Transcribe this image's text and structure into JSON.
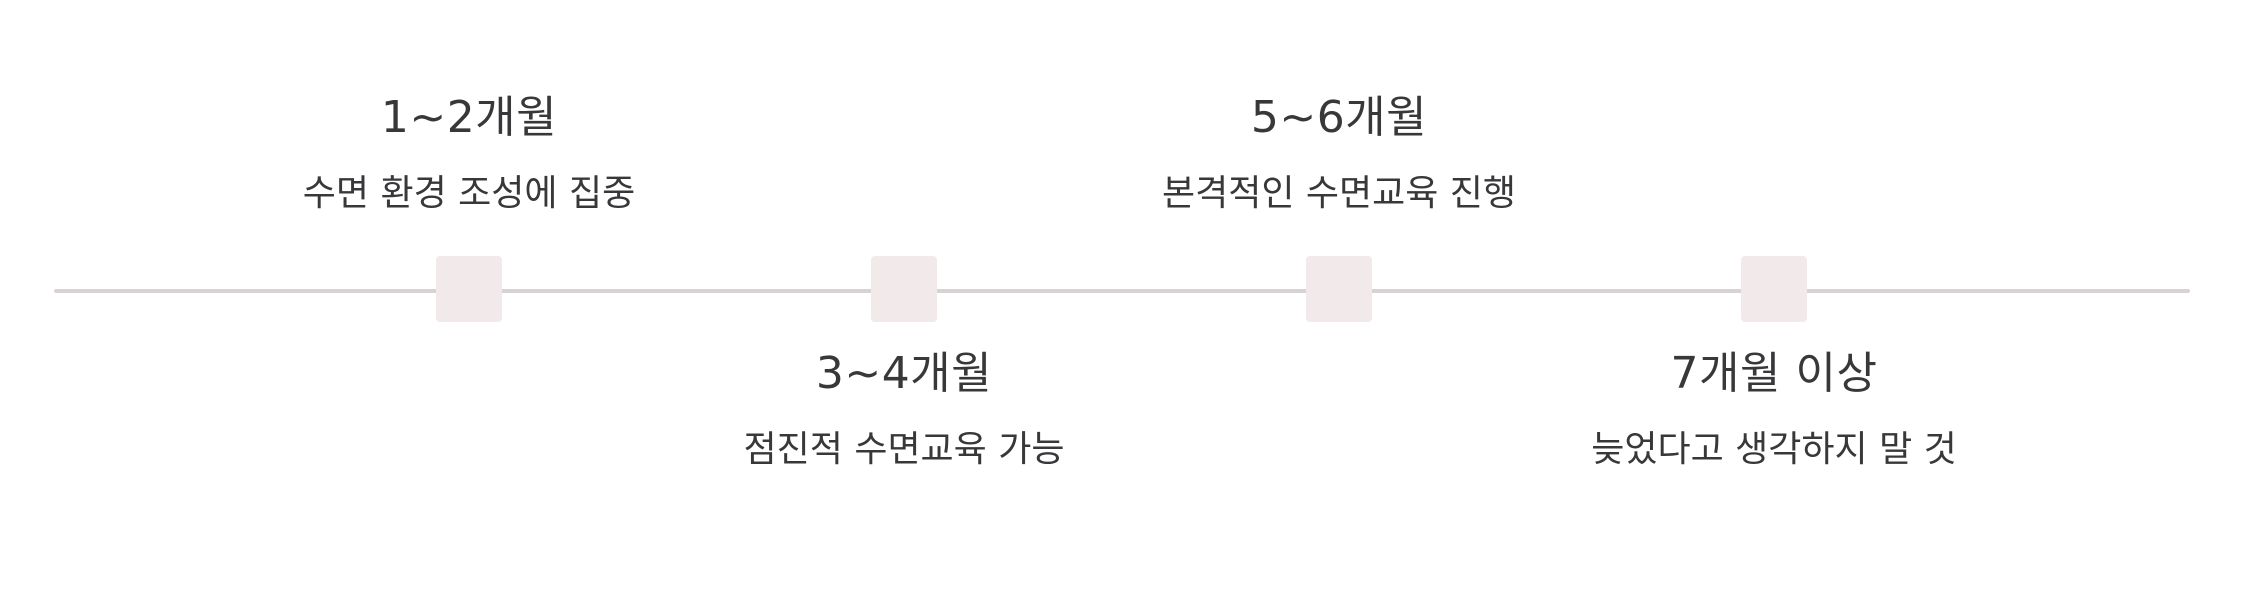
{
  "timeline": {
    "stages": [
      {
        "period": "1~2개월",
        "description": "수면 환경 조성에 집중",
        "position": "above"
      },
      {
        "period": "3~4개월",
        "description": "점진적 수면교육 가능",
        "position": "below"
      },
      {
        "period": "5~6개월",
        "description": "본격적인 수면교육 진행",
        "position": "above"
      },
      {
        "period": "7개월 이상",
        "description": "늦었다고 생각하지 말 것",
        "position": "below"
      }
    ]
  },
  "colors": {
    "line": "#d9d2d4",
    "marker": "#f2e9ea",
    "text": "#38373a",
    "background": "#ffffff"
  }
}
